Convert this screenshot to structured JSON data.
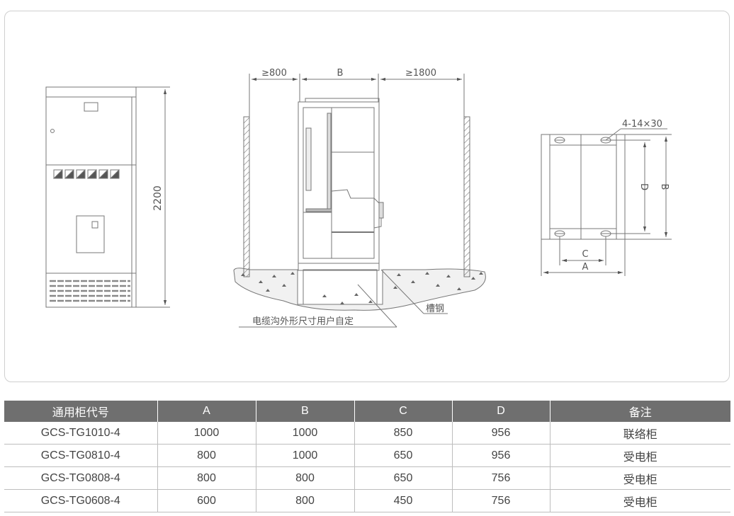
{
  "drawing": {
    "front_view": {
      "height_label": "2200"
    },
    "side_view": {
      "left_clearance": "≥800",
      "width_label": "B",
      "right_clearance": "≥1800",
      "steel_label": "槽钢",
      "trench_note": "电缆沟外形尺寸用户自定"
    },
    "base_view": {
      "holes_label": "4-14×30",
      "dim_a": "A",
      "dim_b": "B",
      "dim_c": "C",
      "dim_d": "D"
    }
  },
  "table": {
    "headers": [
      "通用柜代号",
      "A",
      "B",
      "C",
      "D",
      "备注"
    ],
    "rows": [
      [
        "GCS-TG1010-4",
        "1000",
        "1000",
        "850",
        "956",
        "联络柜"
      ],
      [
        "GCS-TG0810-4",
        "800",
        "1000",
        "650",
        "956",
        "受电柜"
      ],
      [
        "GCS-TG0808-4",
        "800",
        "800",
        "650",
        "756",
        "受电柜"
      ],
      [
        "GCS-TG0608-4",
        "600",
        "800",
        "450",
        "756",
        "受电柜"
      ]
    ]
  }
}
